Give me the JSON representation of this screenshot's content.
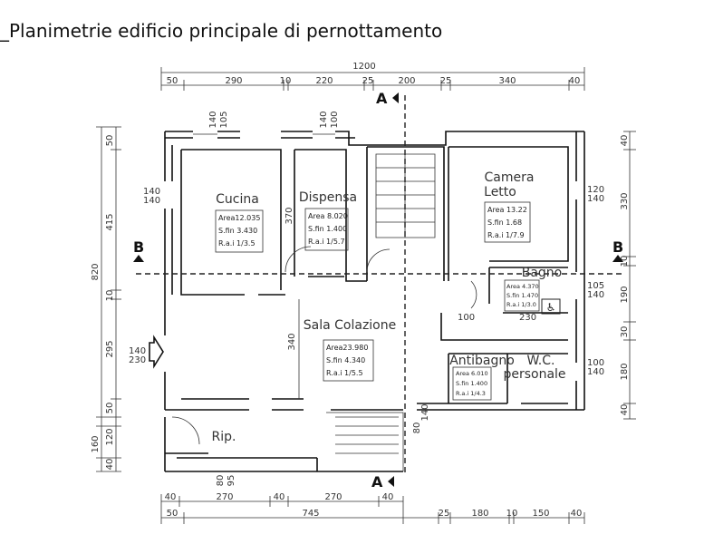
{
  "title": "_Planimetrie edificio principale di pernottamento",
  "dimensions": {
    "top_total": "1200",
    "top_segments": [
      "50",
      "290",
      "10",
      "220",
      "25",
      "200",
      "25",
      "340",
      "40"
    ],
    "bottom_inner": [
      "40",
      "270",
      "40",
      "270",
      "40"
    ],
    "bottom_outer": [
      "50",
      "745",
      "25",
      "180",
      "10",
      "150",
      "40"
    ],
    "left_total": "820",
    "left_segments": [
      "50",
      "415",
      "10",
      "295",
      "50",
      "120",
      "160",
      "40"
    ],
    "right_segments": [
      "40",
      "330",
      "10",
      "190",
      "30",
      "180",
      "40"
    ]
  },
  "openings": {
    "cucina_top_a": "105",
    "cucina_top_b": "140",
    "dispensa_top_a": "100",
    "dispensa_top_b": "140",
    "cucina_left_a": "140",
    "cucina_left_b": "140",
    "entrance_a": "140",
    "entrance_b": "230",
    "camera_right_a": "120",
    "camera_right_b": "140",
    "bagno_right_a": "105",
    "bagno_right_b": "140",
    "wc_right_a": "100",
    "wc_right_b": "140",
    "dispensa_inner": "370",
    "sala_inner": "340",
    "bagno_inner_a": "100",
    "bagno_inner_b": "230",
    "stair_a": "80",
    "stair_b": "140",
    "rip_a": "80",
    "rip_b": "95"
  },
  "sections": {
    "a": "A",
    "b": "B"
  },
  "rooms": [
    {
      "name": "Cucina",
      "lines": [
        "Area12.035",
        "S.fin  3.430",
        "R.a.i  1/3.5"
      ]
    },
    {
      "name": "Dispensa",
      "lines": [
        "Area  8.020",
        "S.fin  1.400",
        "R.a.i  1/5.7"
      ]
    },
    {
      "name": "Camera",
      "name2": "Letto",
      "lines": [
        "Area  13.22",
        "S.fin   1.68",
        "R.a.i  1/7.9"
      ]
    },
    {
      "name": "Bagno",
      "lines": [
        "Area  4.370",
        "S.fin  1.470",
        "R.a.i  1/3.0"
      ]
    },
    {
      "name": "Sala Colazione",
      "lines": [
        "Area23.980",
        "S.fin  4.340",
        "R.a.i  1/5.5"
      ]
    },
    {
      "name": "Antibagno",
      "lines": [
        "Area  6.010",
        "S.fin  1.400",
        "R.a.i  1/4.3"
      ]
    },
    {
      "name": "W.C.",
      "name2": "personale",
      "lines": []
    },
    {
      "name": "Rip.",
      "lines": []
    }
  ]
}
